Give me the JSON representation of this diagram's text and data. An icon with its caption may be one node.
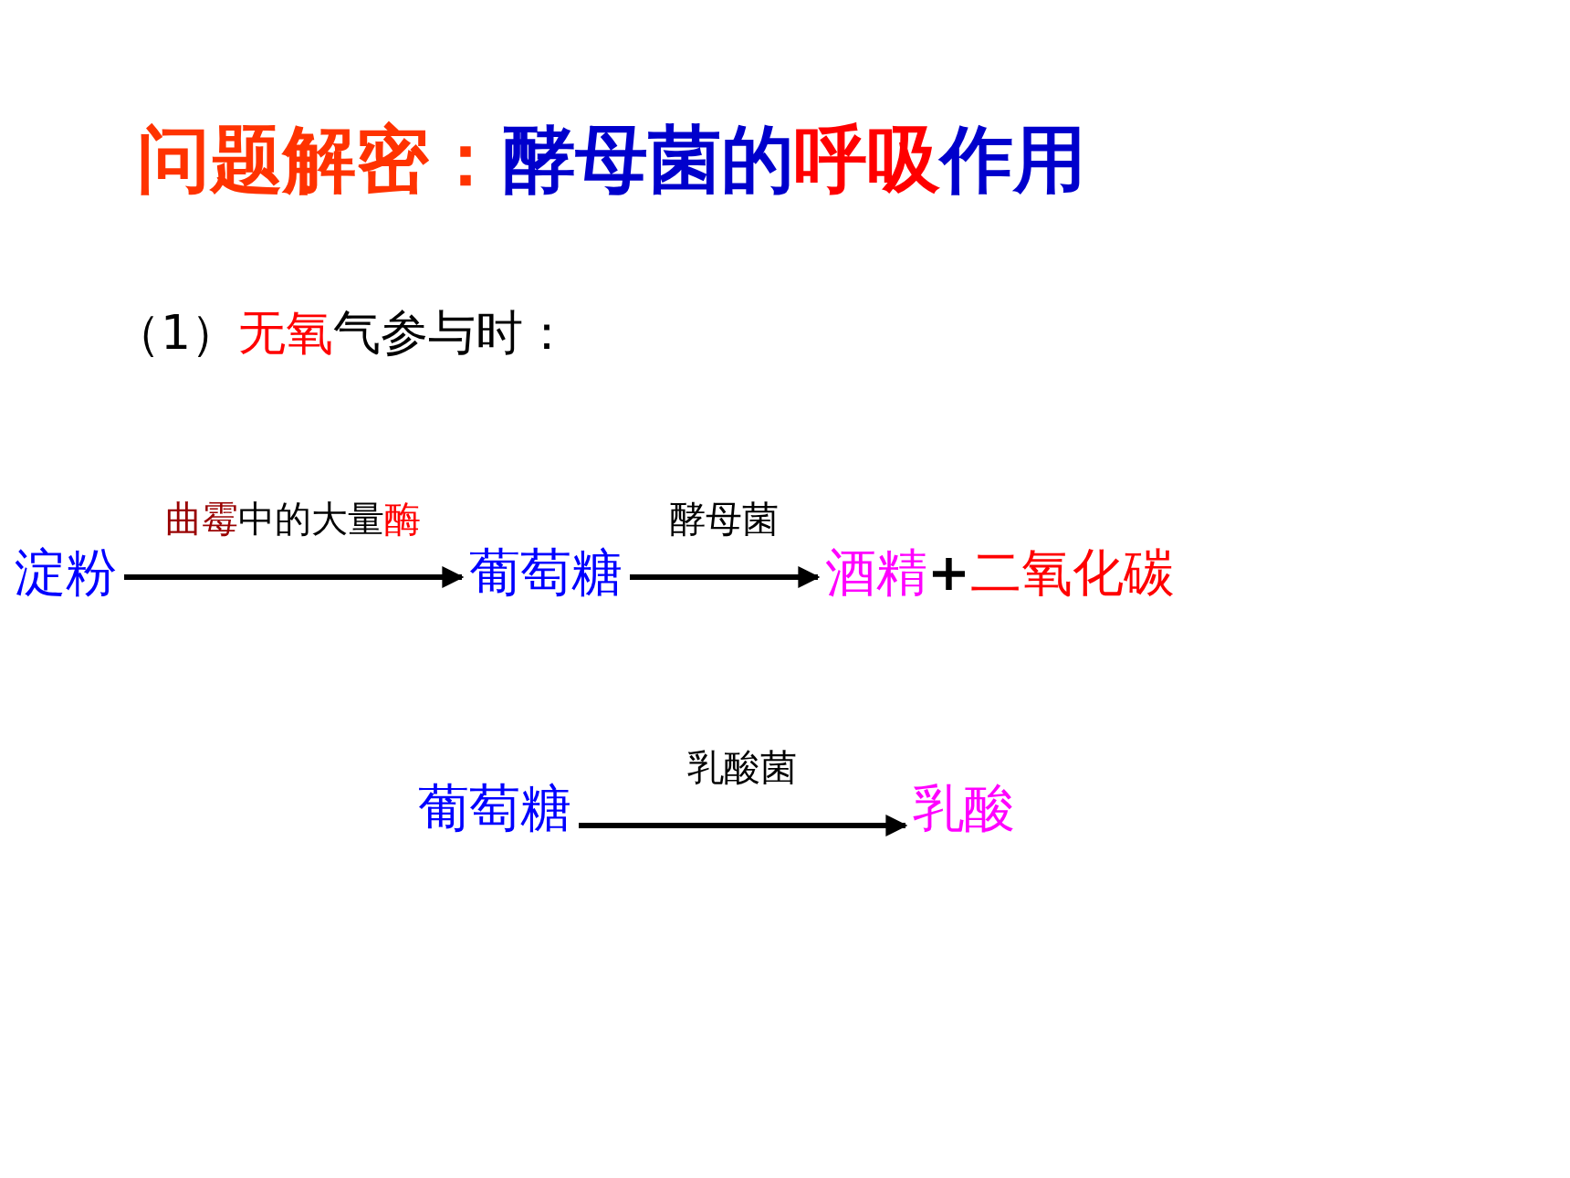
{
  "diagram": {
    "title": "问题解密：酵母菌的呼吸作用",
    "nodes": [
      {
        "text": [
          "淀粉"
        ]
      },
      {
        "text": [
          "葡萄糖"
        ]
      },
      {
        "text": [
          "酒精",
          "+",
          "二氧化碳"
        ]
      },
      {
        "text": [
          "葡萄糖"
        ]
      },
      {
        "text": [
          "乳酸"
        ]
      }
    ],
    "edges": [
      {
        "from": 0,
        "to": 1,
        "arrow": "to",
        "label": "曲霉中的大量酶"
      },
      {
        "from": 1,
        "to": 2,
        "arrow": "to",
        "label": "酵母菌"
      },
      {
        "from": 3,
        "to": 4,
        "arrow": "to",
        "label": "乳酸菌"
      }
    ],
    "labels": [
      "（1）无氧气参与时："
    ]
  }
}
